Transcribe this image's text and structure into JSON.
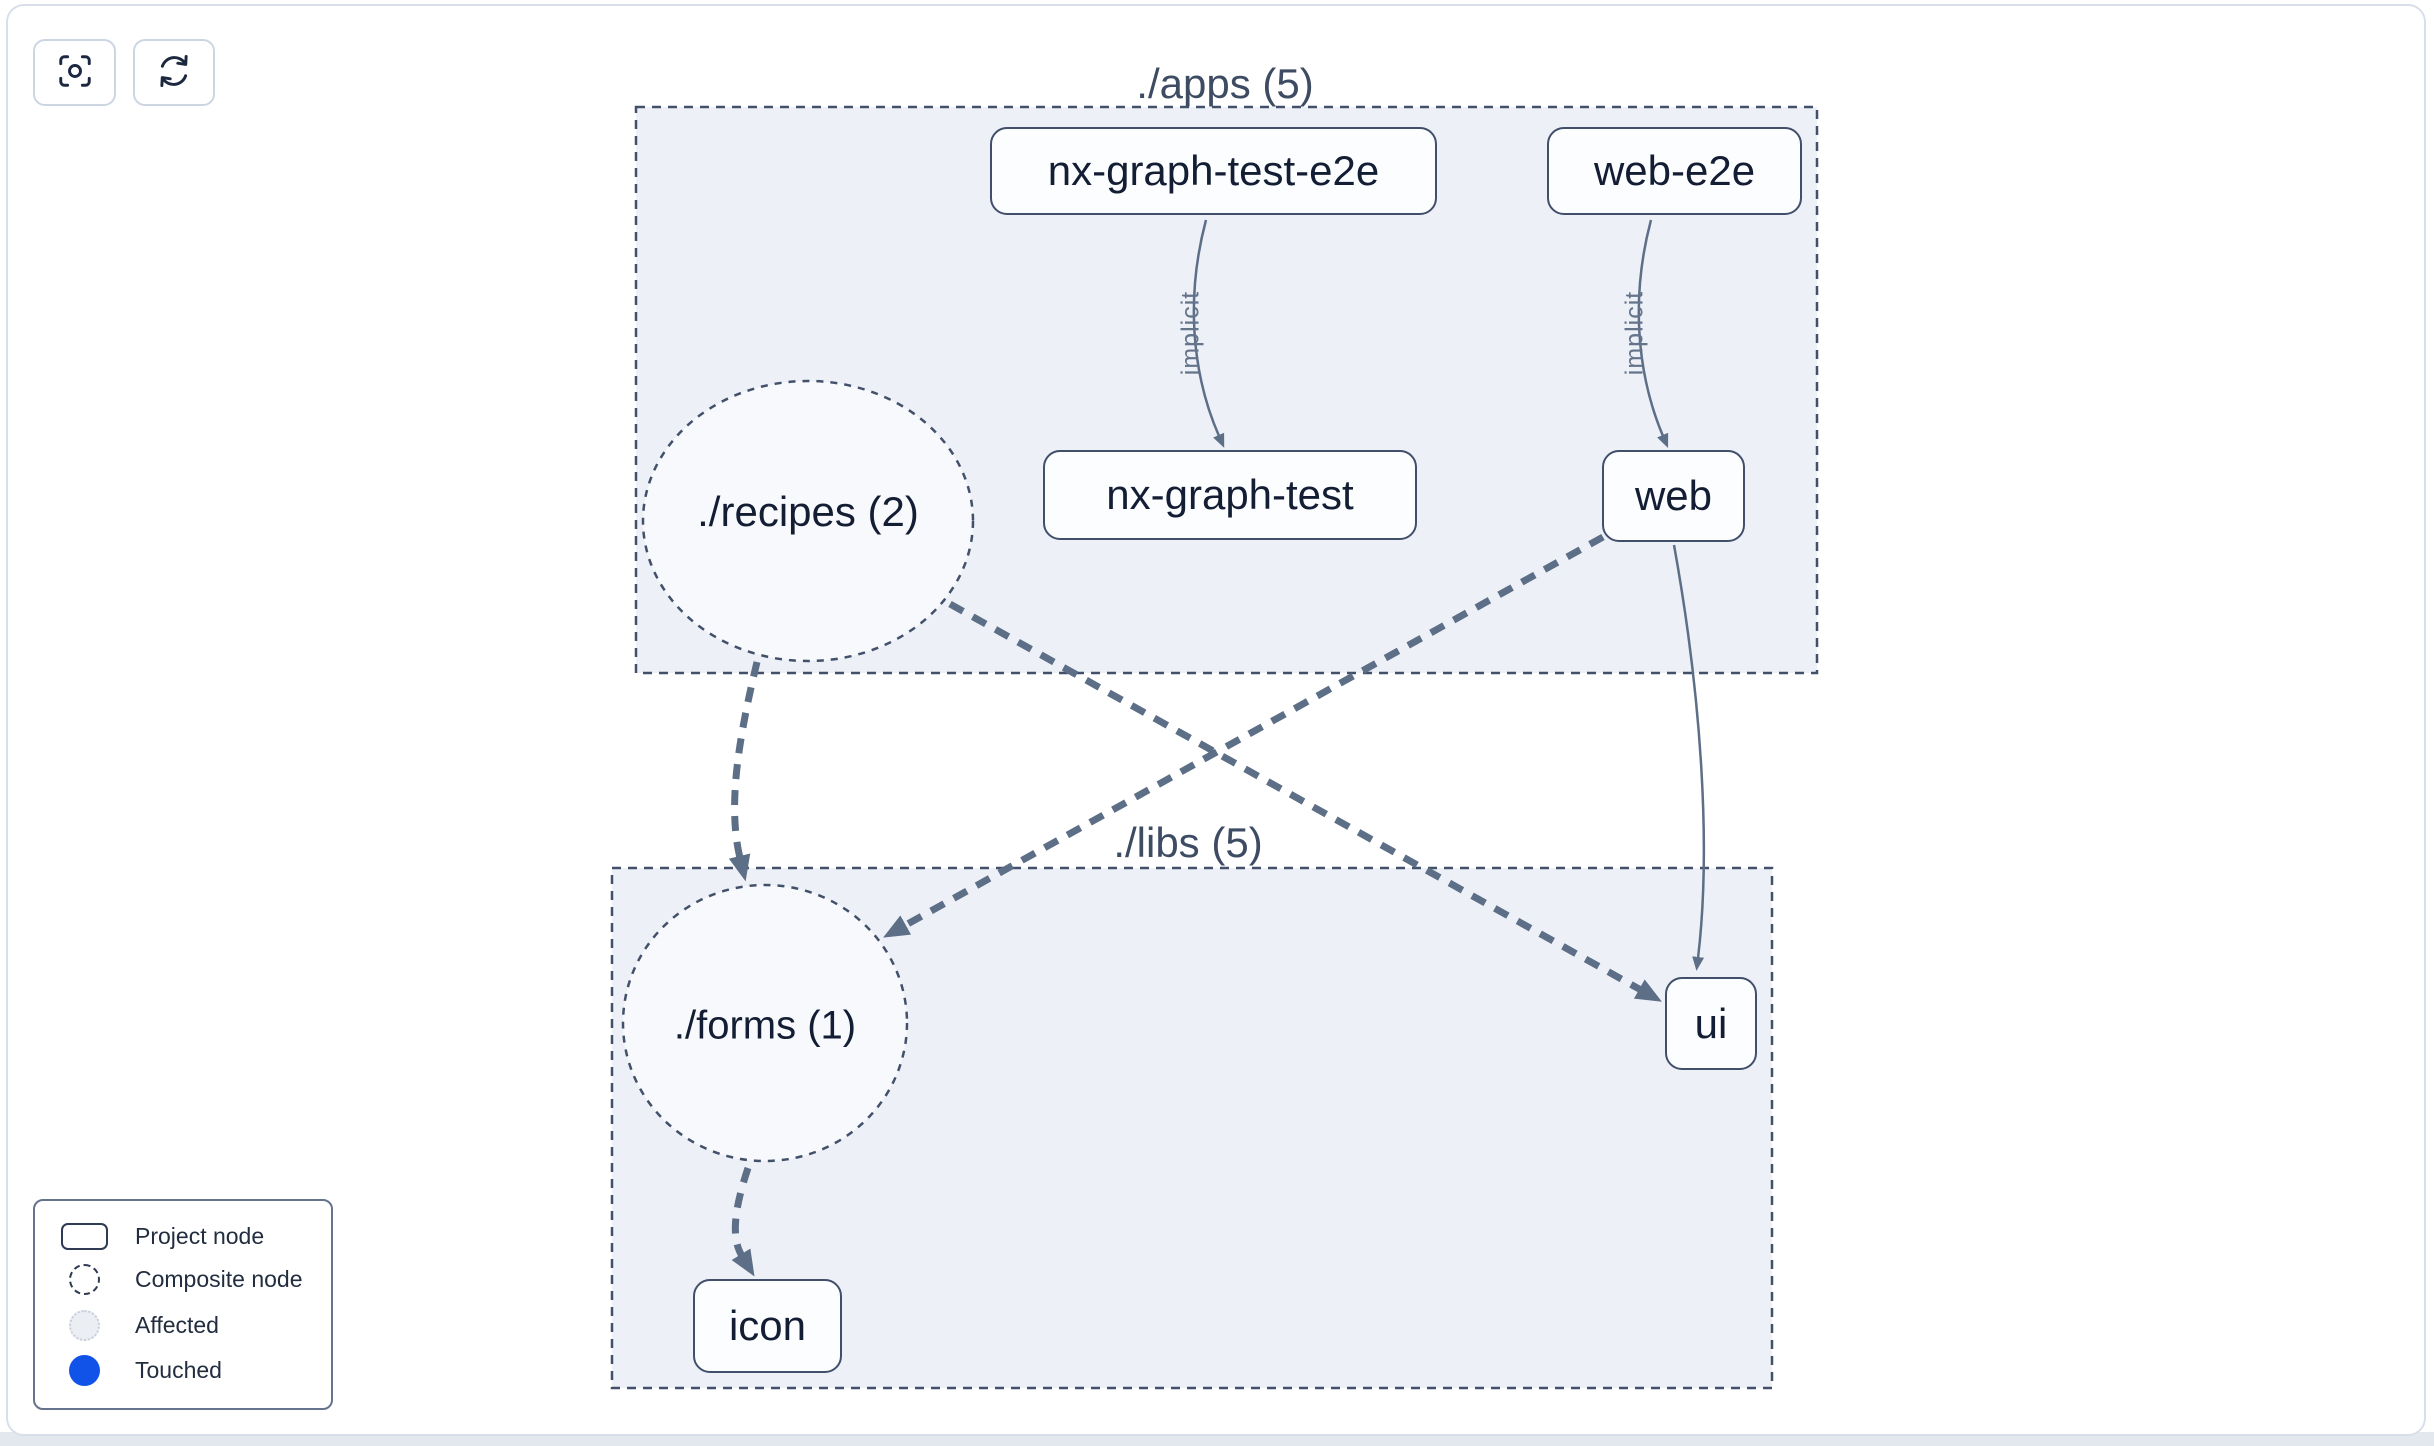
{
  "toolbar": {
    "buttons": [
      {
        "name": "center-graph",
        "icon": "focus-icon"
      },
      {
        "name": "refresh-graph",
        "icon": "refresh-icon"
      }
    ]
  },
  "graph": {
    "clusters": [
      {
        "label": "./apps (5)"
      },
      {
        "label": "./libs (5)"
      }
    ],
    "nodes": [
      {
        "label": "nx-graph-test-e2e",
        "kind": "project"
      },
      {
        "label": "web-e2e",
        "kind": "project"
      },
      {
        "label": "nx-graph-test",
        "kind": "project"
      },
      {
        "label": "web",
        "kind": "project"
      },
      {
        "label": "ui",
        "kind": "project"
      },
      {
        "label": "icon",
        "kind": "project"
      },
      {
        "label": "./recipes (2)",
        "kind": "composite"
      },
      {
        "label": "./forms (1)",
        "kind": "composite"
      }
    ],
    "edges": [
      {
        "source": "nx-graph-test-e2e",
        "target": "nx-graph-test",
        "label": "implicit",
        "style": "solid"
      },
      {
        "source": "web-e2e",
        "target": "web",
        "label": "implicit",
        "style": "solid"
      },
      {
        "source": "./recipes (2)",
        "target": "./forms (1)",
        "label": "",
        "style": "dashed"
      },
      {
        "source": "./recipes (2)",
        "target": "ui",
        "label": "",
        "style": "dashed"
      },
      {
        "source": "web",
        "target": "./forms (1)",
        "label": "",
        "style": "dashed"
      },
      {
        "source": "web",
        "target": "ui",
        "label": "",
        "style": "solid"
      },
      {
        "source": "./forms (1)",
        "target": "icon",
        "label": "",
        "style": "dashed"
      }
    ]
  },
  "legend": {
    "items": [
      {
        "swatch": "project-node",
        "label": "Project node"
      },
      {
        "swatch": "composite-node",
        "label": "Composite node"
      },
      {
        "swatch": "affected",
        "label": "Affected"
      },
      {
        "swatch": "touched",
        "label": "Touched"
      }
    ]
  },
  "colors": {
    "touched": "#1152e8",
    "affected_fill": "#ebeef3",
    "edge": "#5d6e87",
    "cluster_fill": "#edf1f7",
    "node_border": "#414f6b"
  }
}
